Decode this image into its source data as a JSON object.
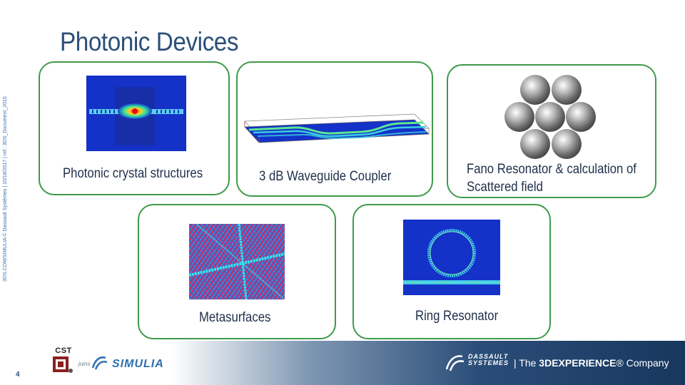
{
  "slide": {
    "title": "Photonic Devices",
    "page_number": "4",
    "side_text": "3DS.COM/SIMULIA © Dassault Systèmes | 10/18/2017 | ref.: 3DS_Document_2015"
  },
  "cards": {
    "photonic_crystal": "Photonic crystal structures",
    "waveguide_coupler": "3 dB Waveguide Coupler",
    "fano_line1": "Fano Resonator & calculation of",
    "fano_line2": "Scattered field",
    "metasurfaces": "Metasurfaces",
    "ring_resonator": "Ring Resonator"
  },
  "footer": {
    "cst_logo_text": "CST",
    "joins_text": "joins",
    "simulia_text": "SIMULIA",
    "ds_brand_line1": "DASSAULT",
    "ds_brand_line2": "SYSTEMES",
    "ds_tag_prefix": "| The ",
    "ds_tag_bold": "3DEXPERIENCE",
    "ds_tag_suffix": "® Company"
  },
  "colors": {
    "title": "#2b4f78",
    "card_border": "#3f9a4a",
    "footer_dark": "#17375e",
    "sim_blue": "#1530c8",
    "sim_cyan": "#3ec8e8"
  }
}
